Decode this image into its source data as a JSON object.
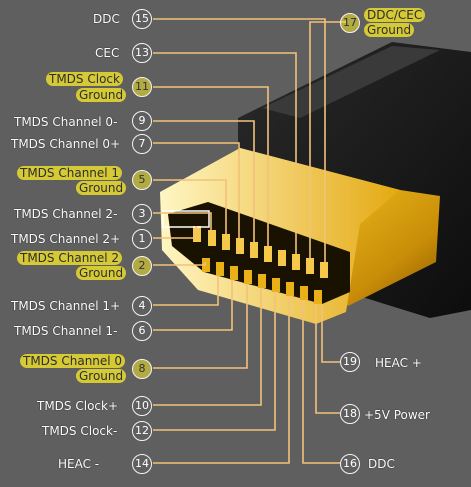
{
  "colors": {
    "background": "#5f5f5f",
    "plug_gold": "#e6b417",
    "cable_black": "#1b1b1b",
    "wire": "#f2c27a",
    "highlight": "#f6e82a"
  },
  "left_pins": [
    {
      "num": "15",
      "label": "DDC",
      "highlight": false
    },
    {
      "num": "13",
      "label": "CEC",
      "highlight": false
    },
    {
      "num": "11",
      "label": "TMDS Clock",
      "label2": "Ground",
      "highlight": true
    },
    {
      "num": "9",
      "label": "TMDS Channel 0-",
      "highlight": false
    },
    {
      "num": "7",
      "label": "TMDS Channel 0+",
      "highlight": false
    },
    {
      "num": "5",
      "label": "TMDS Channel 1",
      "label2": "Ground",
      "highlight": true
    },
    {
      "num": "3",
      "label": "TMDS Channel 2-",
      "highlight": false
    },
    {
      "num": "1",
      "label": "TMDS Channel 2+",
      "highlight": false
    },
    {
      "num": "2",
      "label": "TMDS Channel 2",
      "label2": "Ground",
      "highlight": true
    },
    {
      "num": "4",
      "label": "TMDS Channel 1+",
      "highlight": false
    },
    {
      "num": "6",
      "label": "TMDS Channel 1-",
      "highlight": false
    },
    {
      "num": "8",
      "label": "TMDS Channel 0",
      "label2": "Ground",
      "highlight": true
    },
    {
      "num": "10",
      "label": "TMDS Clock+",
      "highlight": false
    },
    {
      "num": "12",
      "label": "TMDS Clock-",
      "highlight": false
    },
    {
      "num": "14",
      "label": "HEAC -",
      "highlight": false
    }
  ],
  "right_pins": [
    {
      "num": "17",
      "label": "DDC/CEC",
      "label2": "Ground",
      "highlight": true
    },
    {
      "num": "19",
      "label": "HEAC +",
      "highlight": false
    },
    {
      "num": "18",
      "label": "+5V Power",
      "highlight": false
    },
    {
      "num": "16",
      "label": "DDC",
      "highlight": false
    }
  ]
}
